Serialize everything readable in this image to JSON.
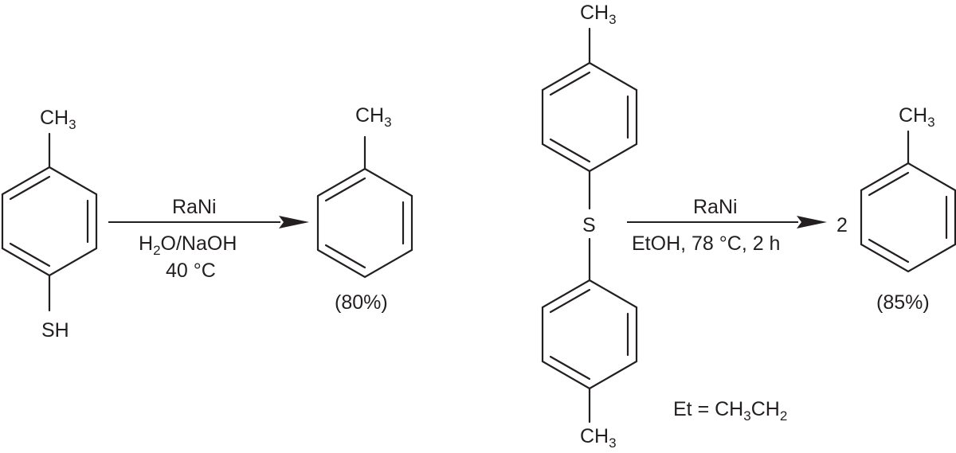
{
  "reaction1": {
    "reactant": {
      "top_group": {
        "main": "CH",
        "sub": "3"
      },
      "bottom_group": "SH"
    },
    "reagent": "RaNi",
    "conditions_line1": {
      "pre": "H",
      "sub": "2",
      "post": "O/NaOH"
    },
    "conditions_line2": "40 °C",
    "product": {
      "top_group": {
        "main": "CH",
        "sub": "3"
      }
    },
    "yield": "(80%)"
  },
  "reaction2": {
    "reactant": {
      "top_group": {
        "main": "CH",
        "sub": "3"
      },
      "bridge": "S",
      "bottom_group": {
        "main": "CH",
        "sub": "3"
      }
    },
    "reagent": "RaNi",
    "conditions": "EtOH, 78 °C, 2 h",
    "coefficient": "2",
    "product": {
      "top_group": {
        "main": "CH",
        "sub": "3"
      }
    },
    "yield": "(85%)",
    "footnote": {
      "a": "Et = CH",
      "b": "3",
      "c": "CH",
      "d": "2"
    }
  },
  "colors": {
    "ink": "#231f20",
    "background": "#ffffff"
  }
}
